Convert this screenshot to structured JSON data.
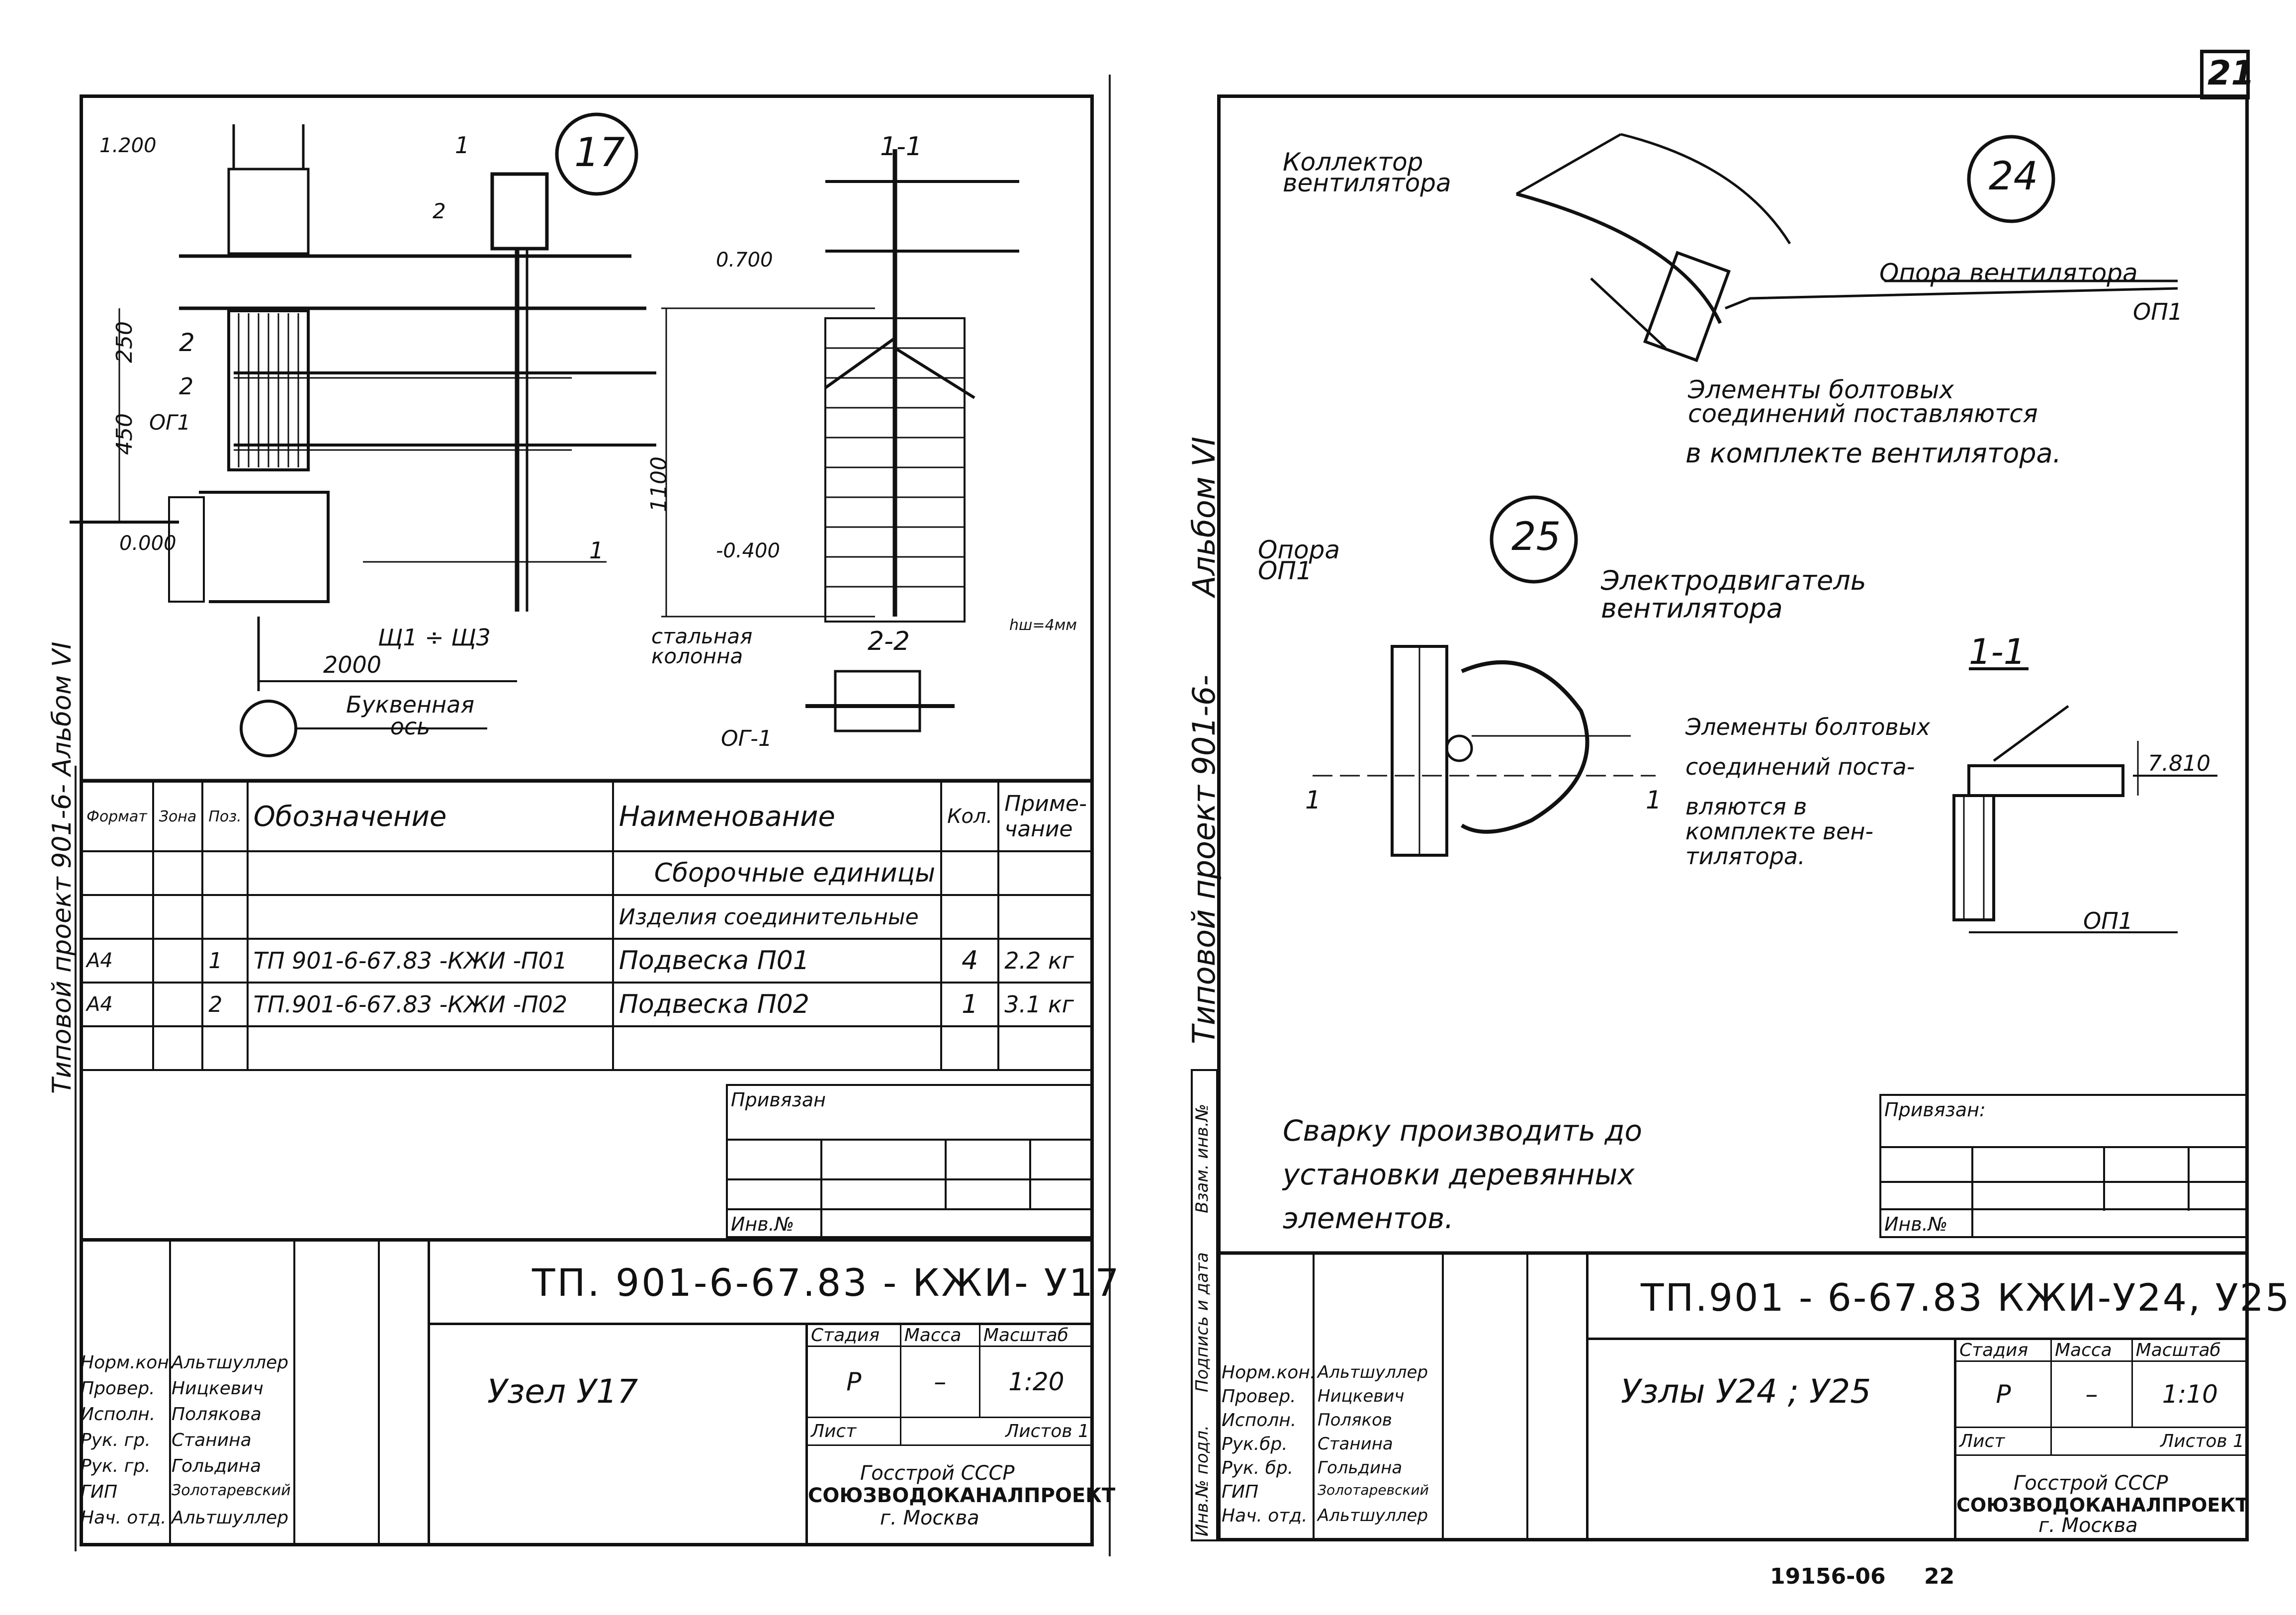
{
  "page_number": "21",
  "album_label": "Альбом VI",
  "project_label": "Типовой проект 901-6-",
  "left_margin_text": "Типовой проект 901-6- Альбом VI",
  "stamp_bottom": "19156-06",
  "page_footer_num": "22",
  "side_stamp": [
    "Инв.№ подл.",
    "Подпись и дата",
    "Взам. инв.№"
  ],
  "left_sheet": {
    "node_number": "17",
    "drawing": {
      "labels": {
        "elev_1200": "1.200",
        "elev_0700": "0.700",
        "elev_0000": "0.000",
        "elev_m0400": "-0.400",
        "dim_250": "250",
        "dim_450": "450",
        "dim_1100": "1100",
        "dim_2000": "2000",
        "og1": "ОГ1",
        "og1b": "ОГ-1",
        "pos1": "1",
        "pos2": "2",
        "shch": "Щ1 ÷ Щ3",
        "axis": "Буквенная ось",
        "column": "стальная колонна",
        "section11": "1-1",
        "section22": "2-2",
        "weld": "hш=4мм",
        "cut1": "1",
        "cut2": "2"
      }
    },
    "spec_table": {
      "headers": [
        "Формат",
        "Зона",
        "Поз.",
        "Обозначение",
        "Наименование",
        "Кол.",
        "Приме-чание"
      ],
      "sub_headers": [
        "Сборочные единицы",
        "Изделия соединительные"
      ],
      "rows": [
        {
          "format": "А4",
          "zone": "",
          "pos": "1",
          "designation": "ТП 901-6-67.83 -КЖИ -П01",
          "name": "Подвеска П01",
          "qty": "4",
          "note": "2.2 кг"
        },
        {
          "format": "А4",
          "zone": "",
          "pos": "2",
          "designation": "ТП.901-6-67.83 -КЖИ -П02",
          "name": "Подвеска П02",
          "qty": "1",
          "note": "3.1 кг"
        }
      ]
    },
    "privyazan": "Привязан",
    "inv_no": "Инв.№",
    "doc_code": "ТП. 901-6-67.83 - КЖИ- У17",
    "title": "Узел У17",
    "stage_header": [
      "Стадия",
      "Масса",
      "Масштаб"
    ],
    "stage_values": [
      "Р",
      "–",
      "1:20"
    ],
    "sheet_label": "Лист",
    "sheets_label": "Листов 1",
    "org": [
      "Госстрой СССР",
      "СОЮЗВОДОКАНАЛПРОЕКТ",
      "г. Москва"
    ],
    "signers": [
      {
        "role": "Норм.кон.",
        "name": "Альтшуллер"
      },
      {
        "role": "Провер.",
        "name": "Ницкевич"
      },
      {
        "role": "Исполн.",
        "name": "Полякова"
      },
      {
        "role": "Рук. гр.",
        "name": "Станина"
      },
      {
        "role": "Рук. гр.",
        "name": "Гольдина"
      },
      {
        "role": "ГИП",
        "name": "Золотаревский"
      },
      {
        "role": "Нач. отд.",
        "name": "Альтшуллер"
      }
    ]
  },
  "right_sheet": {
    "node24": "24",
    "node25": "25",
    "labels": {
      "collector": "Коллектор вентилятора",
      "support_fan": "Опора вентилятора",
      "op1": "ОП1",
      "bolt_note_top": "Элементы болтовых соединений поставляются",
      "bolt_note_top2": "в комплекте вентилятора.",
      "support_op1": "Опора ОП1",
      "motor": "Электродвигатель вентилятора",
      "section11": "1-1",
      "bolt_note_mid1": "Элементы болтовых",
      "bolt_note_mid2": "соединений поста-",
      "bolt_note_mid3": "вляются в",
      "bolt_note_mid4": "комплекте вен-",
      "bolt_note_mid5": "тилятора.",
      "elev_7810": "7.810",
      "op1_lower": "ОП1",
      "cut_mark": "1"
    },
    "weld_note": "Сварку производить до установки деревянных элементов.",
    "privyazan": "Привязан:",
    "inv_no": "Инв.№",
    "doc_code": "ТП.901 - 6-67.83 КЖИ-У24, У25",
    "title": "Узлы У24 ; У25",
    "stage_header": [
      "Стадия",
      "Масса",
      "Масштаб"
    ],
    "stage_values": [
      "Р",
      "–",
      "1:10"
    ],
    "sheet_label": "Лист",
    "sheets_label": "Листов 1",
    "org": [
      "Госстрой СССР",
      "СОЮЗВОДОКАНАЛПРОЕКТ",
      "г. Москва"
    ],
    "signers": [
      {
        "role": "Норм.кон.",
        "name": "Альтшуллер"
      },
      {
        "role": "Провер.",
        "name": "Ницкевич"
      },
      {
        "role": "Исполн.",
        "name": "Поляков"
      },
      {
        "role": "Рук.бр.",
        "name": "Станина"
      },
      {
        "role": "Рук. бр.",
        "name": "Гольдина"
      },
      {
        "role": "ГИП",
        "name": "Золотаревский"
      },
      {
        "role": "Нач. отд.",
        "name": "Альтшуллер"
      }
    ]
  }
}
